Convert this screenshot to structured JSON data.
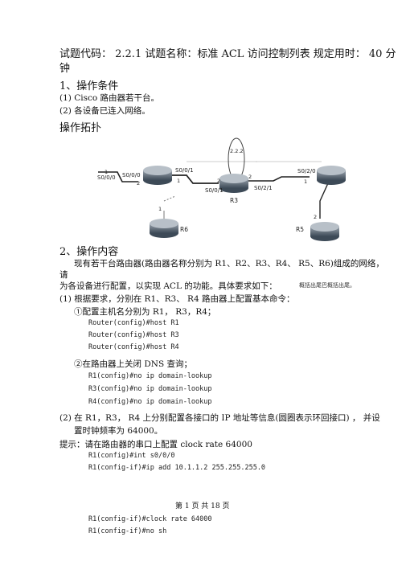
{
  "header": {
    "line1": "试题代码： 2.2.1 试题名称：标准 ACL 访问控制列表 规定用时： 40 分",
    "line2": "钟"
  },
  "section1": {
    "title": "1、操作条件",
    "item1": "(1)   Cisco 路由器若干台。",
    "item2": "(2)  各设备已连入网络。"
  },
  "topology": {
    "title": "操作拓扑",
    "labels": {
      "s000_left": "S0/0/0",
      "s000": "S0/0/0",
      "s001": "S0/0/1",
      "s001_r3": "S0/0/1",
      "s021": "S0/2/1",
      "s020": "S0/2/0",
      "r3": "R3",
      "r5": "R5",
      "r6": "R6",
      "n1": "1",
      "n2": "2",
      "n3": "2",
      "n4": "1",
      "n5": "2",
      "n6": "1",
      "n7": "1",
      "n8": "2",
      "loop": "2.2.2"
    }
  },
  "section2": {
    "title": "2、操作内容",
    "intro1": "现有若干台路由器(路由器名称分别为     R1、R2、R3、R4、  R5、R6)组成的网络，",
    "intro2": "请",
    "intro3": "为各设备进行配置，以实现 ACL 的功能。具体要求如下：",
    "intro_note": "概括出尾巴概括出尾。",
    "req1": "(1)  根据要求，分别在  R1、R3、  R4 路由器上配置基本命令：",
    "sub1": "①配置主机名分别为 R1，  R3，R4；",
    "cmd1": "Router(config)#host R1",
    "cmd2": "Router(config)#host R3",
    "cmd3": "Router(config)#host R4",
    "sub2": "②在路由器上关闭  DNS 查询；",
    "cmd4": "R1(config)#no ip domain-lookup",
    "cmd5": "R3(config)#no ip domain-lookup",
    "cmd6": "R4(config)#no ip domain-lookup",
    "req2a": "(2)  在  R1，R3，  R4 上分别配置各接口的  IP 地址等信息(圆圈表示环回接口)  ，  并设",
    "req2b": "置时钟频率为  64000。",
    "hint": "提示：请在路由器的串口上配置  clock rate 64000",
    "cmd7": "R1(config)#int s0/0/0",
    "cmd8": "R1(config-if)#ip add 10.1.1.2 255.255.255.0",
    "footer": "第  1  页  共  18  页",
    "cmd9": "R1(config-if)#clock rate 64000",
    "cmd10": "R1(config-if)#no sh"
  }
}
